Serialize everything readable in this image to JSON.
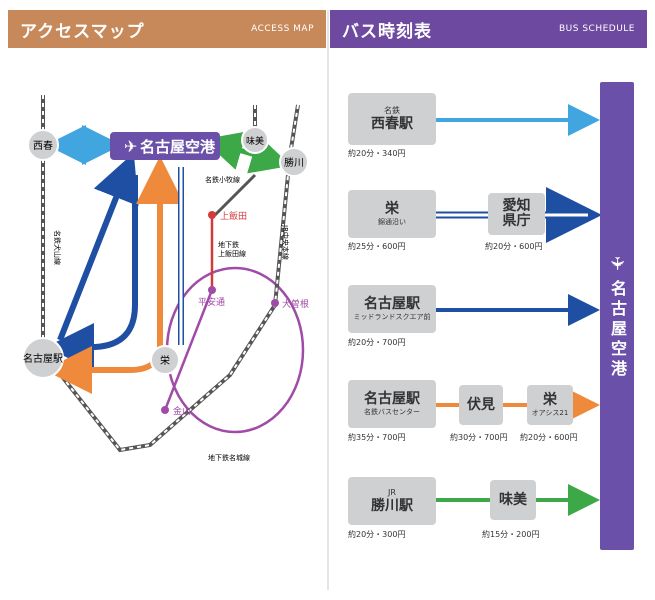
{
  "header_left": {
    "title": "アクセスマップ",
    "subtitle": "ACCESS MAP"
  },
  "header_right": {
    "title": "バス時刻表",
    "subtitle": "BUS SCHEDULE"
  },
  "map": {
    "airport": "名古屋空港",
    "stations": {
      "nishiharu": "西春",
      "ajiyoshi": "味美",
      "kachigawa": "勝川",
      "kamiiida": "上飯田",
      "heiando": "平安通",
      "ozone": "大曽根",
      "sakae": "栄",
      "kanayama": "金山",
      "nagoya": "名古屋駅"
    },
    "lines": {
      "inuyama": "名鉄犬山線",
      "komaki": "名鉄小牧線",
      "kamiiida_line": "地下鉄\n上飯田線",
      "chuo": "JR中央本線",
      "meijo": "地下鉄名城線"
    },
    "colors": {
      "blue": "#1f4fa3",
      "light_blue": "#41a6e0",
      "orange": "#ef8a3c",
      "green": "#3ca847",
      "red": "#d43a3a",
      "purple": "#a04ba8",
      "stop_gray": "#cfd0d2",
      "airport_purple": "#6a50a8"
    }
  },
  "schedule": {
    "airport_label": "名古屋空港",
    "routes": [
      {
        "stops": [
          {
            "small": "名鉄",
            "big": "西春駅"
          }
        ],
        "notes": [
          "約20分・340円"
        ],
        "line_color": "#41a6e0"
      },
      {
        "stops": [
          {
            "big": "栄",
            "tiny": "錦通沿い"
          },
          {
            "big": "愛知\n県庁"
          }
        ],
        "notes": [
          "約25分・600円",
          "約20分・600円"
        ],
        "line_color": "#1f4fa3"
      },
      {
        "stops": [
          {
            "big": "名古屋駅",
            "tiny": "ミッドランドスクエア前"
          }
        ],
        "notes": [
          "約20分・700円"
        ],
        "line_color": "#1f4fa3"
      },
      {
        "stops": [
          {
            "big": "名古屋駅",
            "tiny": "名鉄バスセンター"
          },
          {
            "big": "伏見"
          },
          {
            "big": "栄",
            "tiny": "オアシス21"
          }
        ],
        "notes": [
          "約35分・700円",
          "約30分・700円",
          "約20分・600円"
        ],
        "line_color": "#ef8a3c"
      },
      {
        "stops": [
          {
            "small": "JR",
            "big": "勝川駅"
          },
          {
            "big": "味美"
          }
        ],
        "notes": [
          "約20分・300円",
          "約15分・200円"
        ],
        "line_color": "#3ca847"
      }
    ]
  }
}
